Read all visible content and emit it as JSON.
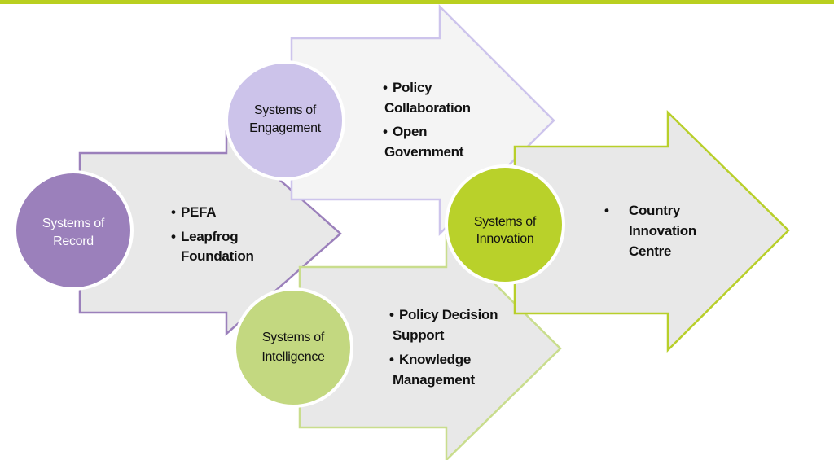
{
  "colors": {
    "top_bar": "#b9cf1f",
    "arrow_fill": "#e8e8e8",
    "arrow_fill_light": "#f4f4f4",
    "record_circle": "#9b80bb",
    "record_outline": "#9b80bb",
    "engagement_circle": "#ccc3ea",
    "engagement_outline": "#cdc4ec",
    "intelligence_circle": "#c3d880",
    "intelligence_outline": "#c9dd8d",
    "innovation_circle": "#b9d12a",
    "innovation_outline": "#b8cf2a",
    "record_label": "#ffffff",
    "engagement_label": "#111111",
    "intelligence_label": "#111111",
    "innovation_label": "#111111",
    "bullet_text": "#111111"
  },
  "nodes": {
    "record": {
      "label_line1": "Systems of",
      "label_line2": "Record",
      "bullets": [
        {
          "marker": "•",
          "lines": [
            "PEFA"
          ]
        },
        {
          "marker": "•",
          "lines": [
            "Leapfrog",
            "Foundation"
          ]
        }
      ]
    },
    "engagement": {
      "label_line1": "Systems of",
      "label_line2": "Engagement",
      "bullets": [
        {
          "marker": "•",
          "lines": [
            "Policy",
            "Collaboration"
          ]
        },
        {
          "marker": "•",
          "lines": [
            "Open",
            "Government"
          ]
        }
      ]
    },
    "intelligence": {
      "label_line1": "Systems of",
      "label_line2": "Intelligence",
      "bullets": [
        {
          "marker": "•",
          "lines": [
            "Policy Decision",
            "Support"
          ]
        },
        {
          "marker": "•",
          "lines": [
            "Knowledge",
            "Management"
          ]
        }
      ]
    },
    "innovation": {
      "label_line1": "Systems of",
      "label_line2": "Innovation",
      "bullets": [
        {
          "marker": "•",
          "lines": [
            "Country",
            "Innovation",
            "Centre"
          ]
        }
      ]
    }
  }
}
